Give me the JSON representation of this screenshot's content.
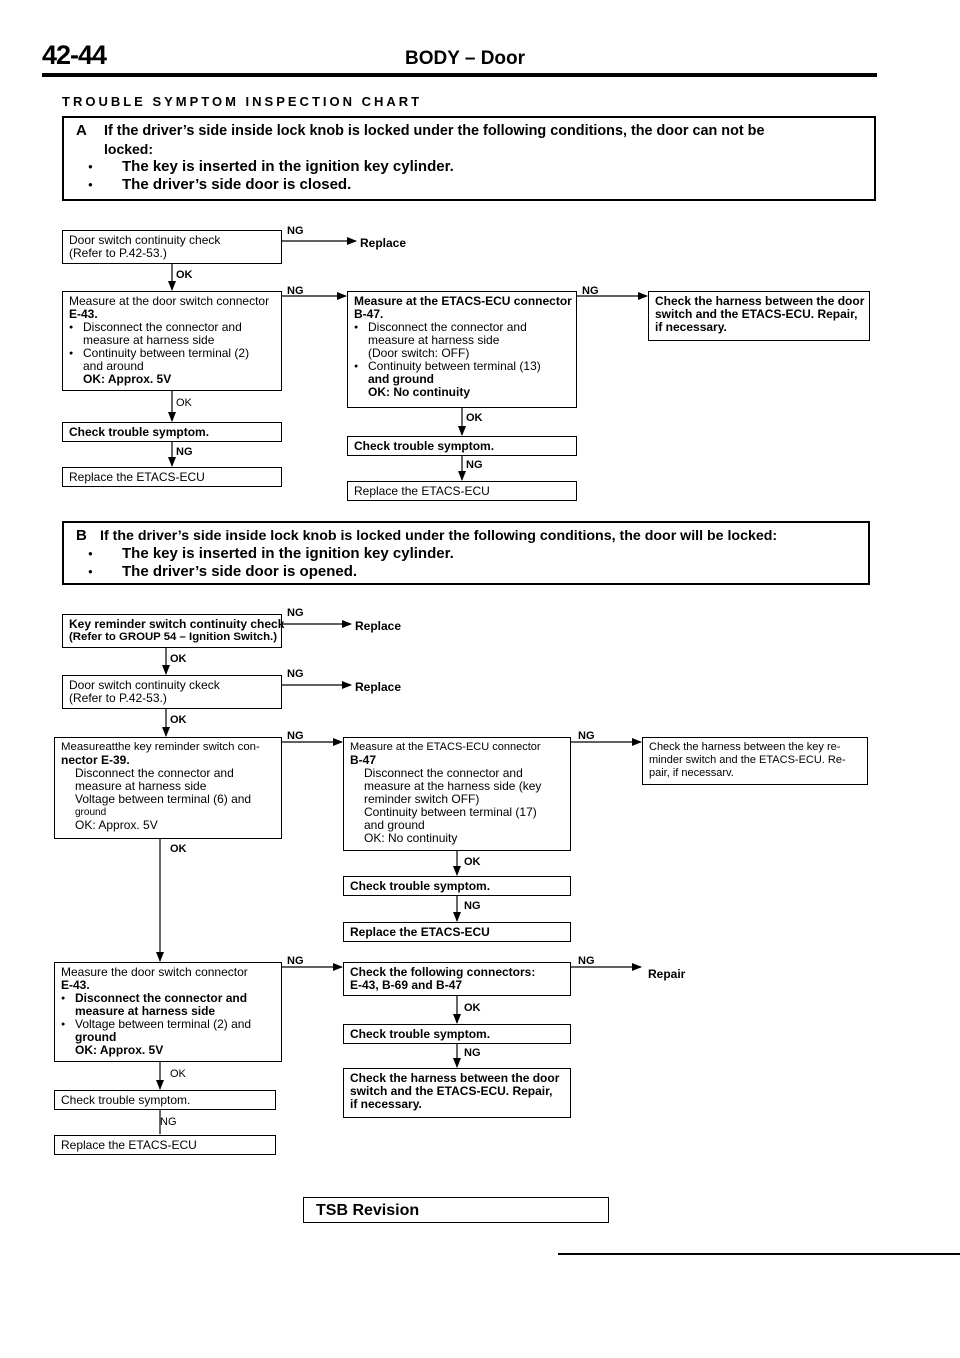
{
  "header": {
    "page_number": "42-44",
    "title": "BODY",
    "section": "Door",
    "chart_title": "TROUBLE SYMPTOM INSPECTION CHART"
  },
  "labels": {
    "ng": "NG",
    "ok": "OK",
    "replace": "Replace",
    "repair": "Repair"
  },
  "A": {
    "letter": "A",
    "cond_l1": "If the driver’s side inside lock knob is locked under the following conditions, the door can not be",
    "cond_l2": "locked:",
    "cond_b1": "The key is inserted in the ignition key cylinder.",
    "cond_b2": "The driver’s side door is closed.",
    "box1": {
      "l1": "Door switch continuity check",
      "l2": "(Refer to P.42-53.)"
    },
    "box2": {
      "l1": "Measure at the door switch connector",
      "l2": "E-43.",
      "b1a": "Disconnect the connector and",
      "b1b": "measure at harness side",
      "b2a": "Continuity between terminal (2)",
      "b2b": "and around",
      "l3": "OK: Approx. 5V"
    },
    "box3": "Check trouble symptom.",
    "box4": "Replace the ETACS-ECU",
    "box5": {
      "l1": "Measure at the ETACS-ECU connector",
      "l2": "B-47.",
      "b1a": "Disconnect the connector and",
      "b1b": "measure at harness side",
      "b1c": "(Door switch: OFF)",
      "b2a": "Continuity between terminal (13)",
      "b2b": "and ground",
      "l3": "OK: No continuity"
    },
    "box6": "Check trouble symptom.",
    "box7": "Replace the ETACS-ECU",
    "box8": {
      "l1": "Check the harness between the door",
      "l2": "switch and the ETACS-ECU. Repair,",
      "l3": "if necessary."
    }
  },
  "B": {
    "letter": "B",
    "cond_l1": "If the driver’s side inside lock knob is locked under the following conditions, the door will be locked:",
    "cond_b1": "The key is inserted in the ignition key cylinder.",
    "cond_b2": "The driver’s side door is opened.",
    "box1": {
      "l1": "Key reminder switch continuity check",
      "l2": "(Refer to GROUP 54 – Ignition Switch.)"
    },
    "box2": {
      "l1": "Door switch continuity ckeck",
      "l2": "(Refer to P.42-53.)"
    },
    "box3": {
      "l1": "Measureatthe key reminder switch con-",
      "l2": "nector E-39.",
      "b1a": "Disconnect the connector and",
      "b1b": "measure at harness side",
      "b2a": "Voltage between terminal (6) and",
      "b2b": "ground",
      "l3": "OK: Approx. 5V"
    },
    "box4": {
      "l1": "Measure at the ETACS-ECU connector",
      "l2": "B-47",
      "b1a": "Disconnect the connector and",
      "b1b": "measure at the harness side (key",
      "b1c": "reminder switch OFF)",
      "b2a": "Continuity between terminal (17)",
      "b2b": "and ground",
      "l3": "OK: No continuity"
    },
    "box5": {
      "l1": "Check the harness between the key re-",
      "l2": "minder switch and the ETACS-ECU. Re-",
      "l3": "pair, if necessarv."
    },
    "box6": "Check trouble symptom.",
    "box7": "Replace the ETACS-ECU",
    "box8": {
      "l1": "Measure the door switch connector",
      "l2": "E-43.",
      "b1a": "Disconnect the connector and",
      "b1b": "measure at harness side",
      "b2a": "Voltage between terminal (2) and",
      "b2b": "ground",
      "l3": "OK: Approx. 5V"
    },
    "box9": {
      "l1": "Check the following connectors:",
      "l2": "E-43, B-69 and B-47"
    },
    "box10": "Check trouble symptom.",
    "box11": {
      "l1": "Check the harness between the door",
      "l2": "switch and the ETACS-ECU. Repair,",
      "l3": "if necessary."
    },
    "box12": "Check trouble symptom.",
    "box13": "Replace the ETACS-ECU"
  },
  "footer": {
    "tsb": "TSB Revision"
  }
}
